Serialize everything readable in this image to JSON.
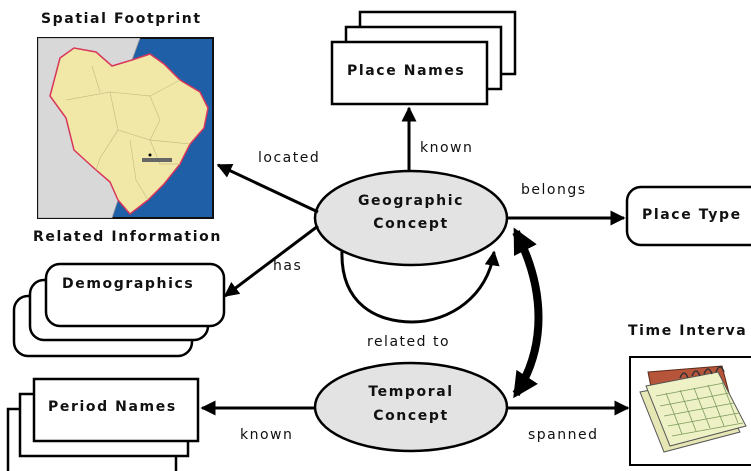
{
  "labels": {
    "spatial_footprint": "Spatial Footprint",
    "related_information": "Related Information",
    "time_interval": "Time Interva"
  },
  "nodes": {
    "place_names": "Place Names",
    "place_type": "Place Type",
    "demographics": "Demographics",
    "period_names": "Period Names",
    "geographic_concept": [
      "Geographic",
      "Concept"
    ],
    "temporal_concept": [
      "Temporal",
      "Concept"
    ]
  },
  "edges": {
    "located": "located",
    "known_top": "known",
    "belongs": "belongs",
    "has": "has",
    "related_to": "related to",
    "known_bottom": "known",
    "spanned": "spanned"
  },
  "colors": {
    "ocean": "#1e5fa8",
    "land": "#f1e8a8",
    "neighbor_land": "#d8d8d8",
    "border": "#d9365b",
    "ellipse_fill": "#e3e3e3",
    "calendar_frame": "#b7553a",
    "calendar_page": "#eef0c6",
    "calendar_grid": "#7a9a5a"
  },
  "icons": {
    "map": "map-of-brazil-icon",
    "calendar": "calendar-icon"
  }
}
